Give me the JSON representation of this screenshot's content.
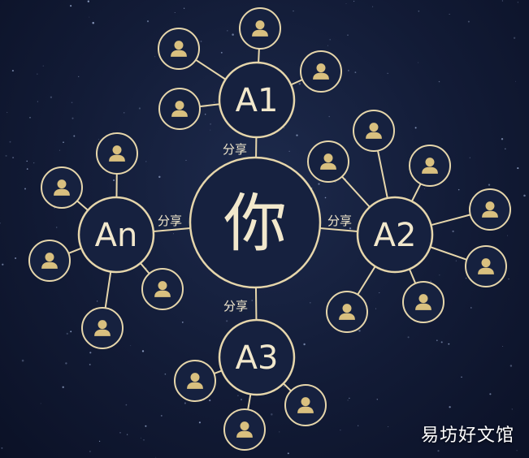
{
  "diagram": {
    "center": {
      "label": "你"
    },
    "hubs": [
      {
        "id": "A1",
        "label": "A1",
        "share_label": "分享",
        "leaf_count": 4
      },
      {
        "id": "A2",
        "label": "A2",
        "share_label": "分享",
        "leaf_count": 7
      },
      {
        "id": "A3",
        "label": "A3",
        "share_label": "分享",
        "leaf_count": 3
      },
      {
        "id": "An",
        "label": "An",
        "share_label": "分享",
        "leaf_count": 5
      }
    ],
    "leaf_icon": "person-icon",
    "colors": {
      "line": "#e6d6ab",
      "text": "#f2e8cc",
      "icon": "#d9c07f",
      "background": "#121b36"
    }
  },
  "watermark": "易坊好文馆"
}
